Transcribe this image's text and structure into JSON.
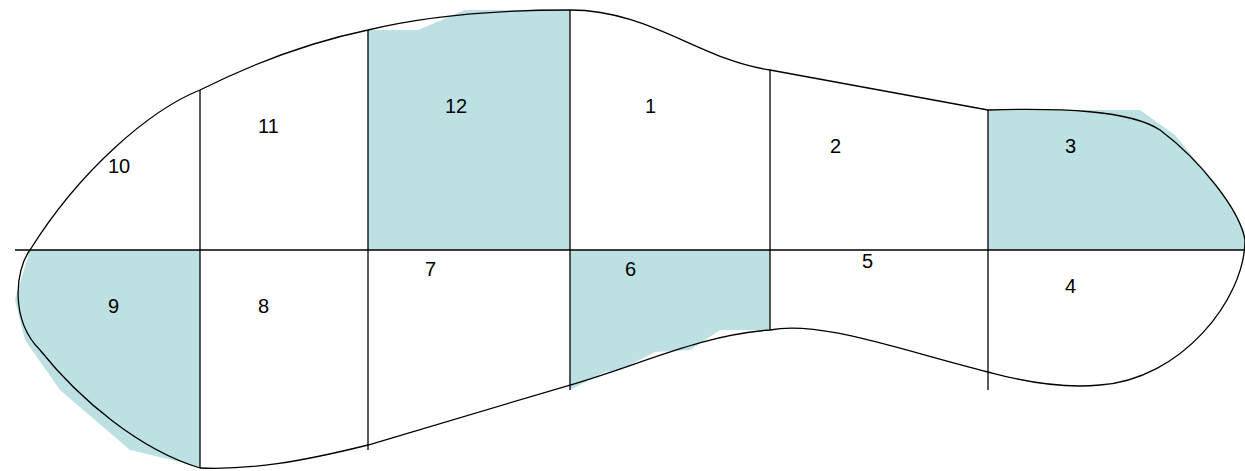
{
  "diagram": {
    "labels": [
      "10",
      "11",
      "12",
      "1",
      "2",
      "3",
      "9",
      "8",
      "7",
      "6",
      "5",
      "4"
    ]
  }
}
